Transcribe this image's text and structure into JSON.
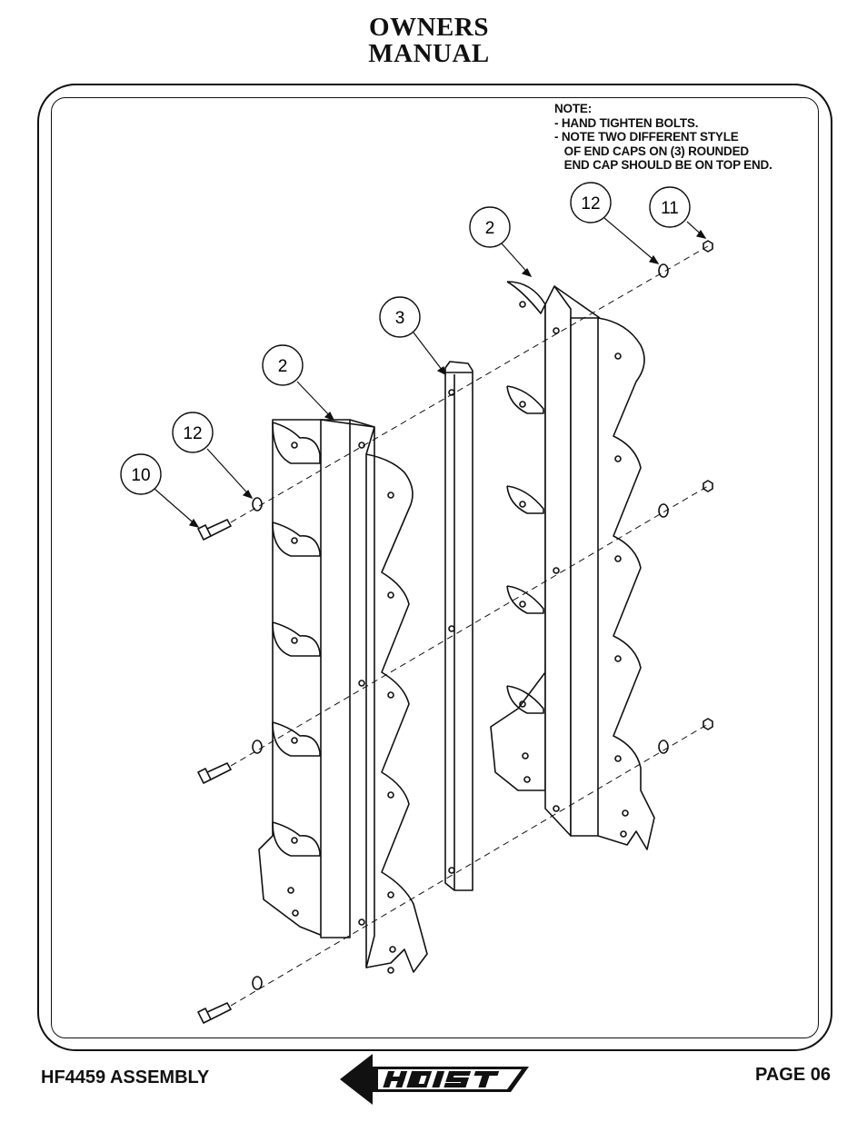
{
  "header": {
    "title_line1": "OWNERS",
    "title_line2": "MANUAL"
  },
  "note": {
    "heading": "NOTE:",
    "lines": [
      "- HAND TIGHTEN BOLTS.",
      "- NOTE TWO DIFFERENT STYLE",
      "   OF END CAPS ON (3) ROUNDED",
      "   END CAP SHOULD BE ON TOP END."
    ]
  },
  "callouts": [
    "12",
    "11",
    "2",
    "3",
    "2",
    "12",
    "10"
  ],
  "footer": {
    "model": "HF4459 ASSEMBLY",
    "page": "PAGE 06",
    "logo_text": "HOIST"
  }
}
